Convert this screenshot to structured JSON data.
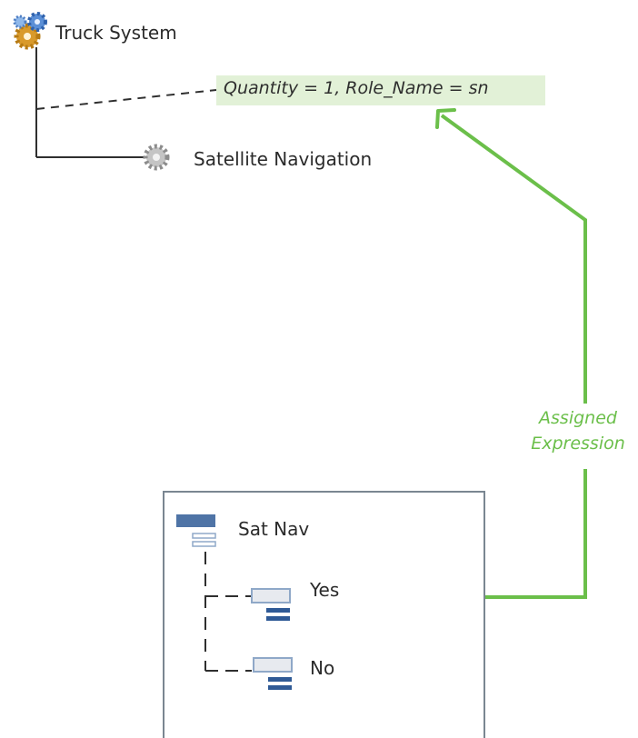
{
  "root_node": {
    "label": "Truck System",
    "icon": "gear-cluster-icon"
  },
  "child_node": {
    "label": "Satellite Navigation",
    "icon": "gear-icon"
  },
  "annotation": {
    "expression": "Quantity = 1, Role_Name = sn"
  },
  "connector": {
    "line1": "Assigned",
    "line2": "Expression",
    "color": "#6bbf4a"
  },
  "feature_panel": {
    "root": {
      "label": "Sat Nav",
      "icon": "feature-node-icon"
    },
    "options": [
      {
        "label": "Yes",
        "icon": "option-node-icon"
      },
      {
        "label": "No",
        "icon": "option-node-icon"
      }
    ]
  }
}
